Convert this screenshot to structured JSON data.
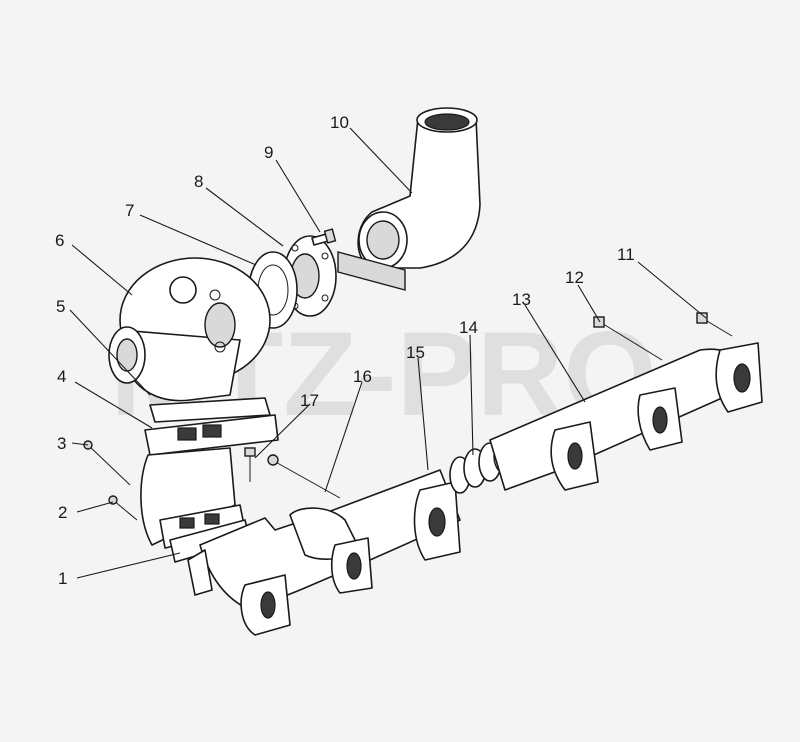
{
  "watermark": "MTZ-PRO",
  "callouts": [
    "1",
    "2",
    "3",
    "4",
    "5",
    "6",
    "7",
    "8",
    "9",
    "10",
    "11",
    "12",
    "13",
    "14",
    "15",
    "16",
    "17"
  ],
  "colors": {
    "background": "#f4f4f4",
    "ink": "#1a1a1a",
    "watermark": "#cfcfcf"
  }
}
